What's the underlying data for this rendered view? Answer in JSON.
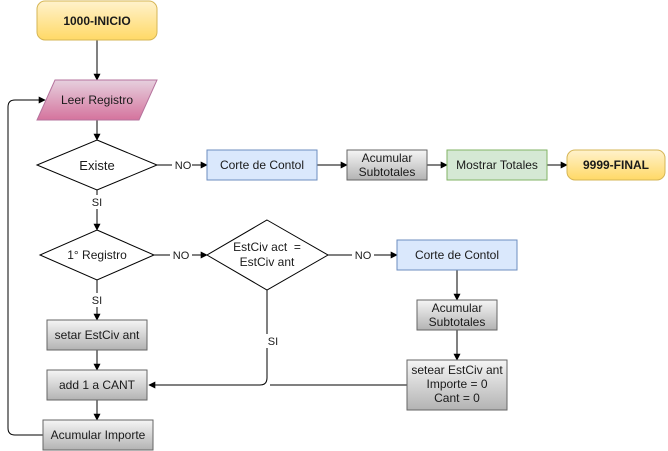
{
  "nodes": {
    "inicio": "1000-INICIO",
    "leer_registro": "Leer Registro",
    "existe": "Existe",
    "corte_de_contol_1": "Corte de Contol",
    "acumular_subtotales_1": [
      "Acumular",
      "Subtotales"
    ],
    "mostrar_totales": "Mostrar Totales",
    "final": "9999-FINAL",
    "primer_registro": "1° Registro",
    "estciv_decision": [
      "EstCiv act  =",
      "EstCiv ant"
    ],
    "corte_de_contol_2": "Corte de Contol",
    "acumular_subtotales_2": [
      "Acumular",
      "Subtotales"
    ],
    "setear_estciv_ant": "setar EstCiv ant",
    "setear_reset": [
      "setear EstCiv ant",
      "Importe = 0",
      "Cant = 0"
    ],
    "add_cant": "add 1 a CANT",
    "acumular_importe": "Acumular Importe"
  },
  "edge_labels": {
    "existe_no": "NO",
    "existe_si": "SI",
    "primer_registro_no": "NO",
    "primer_registro_si": "SI",
    "estciv_no": "NO",
    "estciv_si": "SI"
  },
  "colors": {
    "terminal_fill": "#fff2cc",
    "terminal_stroke": "#d6b656",
    "io_fill": "#e6a0c4",
    "io_stroke": "#b5739d",
    "process_blue_fill": "#dae8fc",
    "process_blue_stroke": "#6c8ebf",
    "process_green_fill": "#d5e8d4",
    "process_green_stroke": "#82b366",
    "process_gray_fill": "#e6e6e6",
    "process_gray_stroke": "#666666",
    "decision_fill": "#ffffff",
    "decision_stroke": "#000000"
  }
}
